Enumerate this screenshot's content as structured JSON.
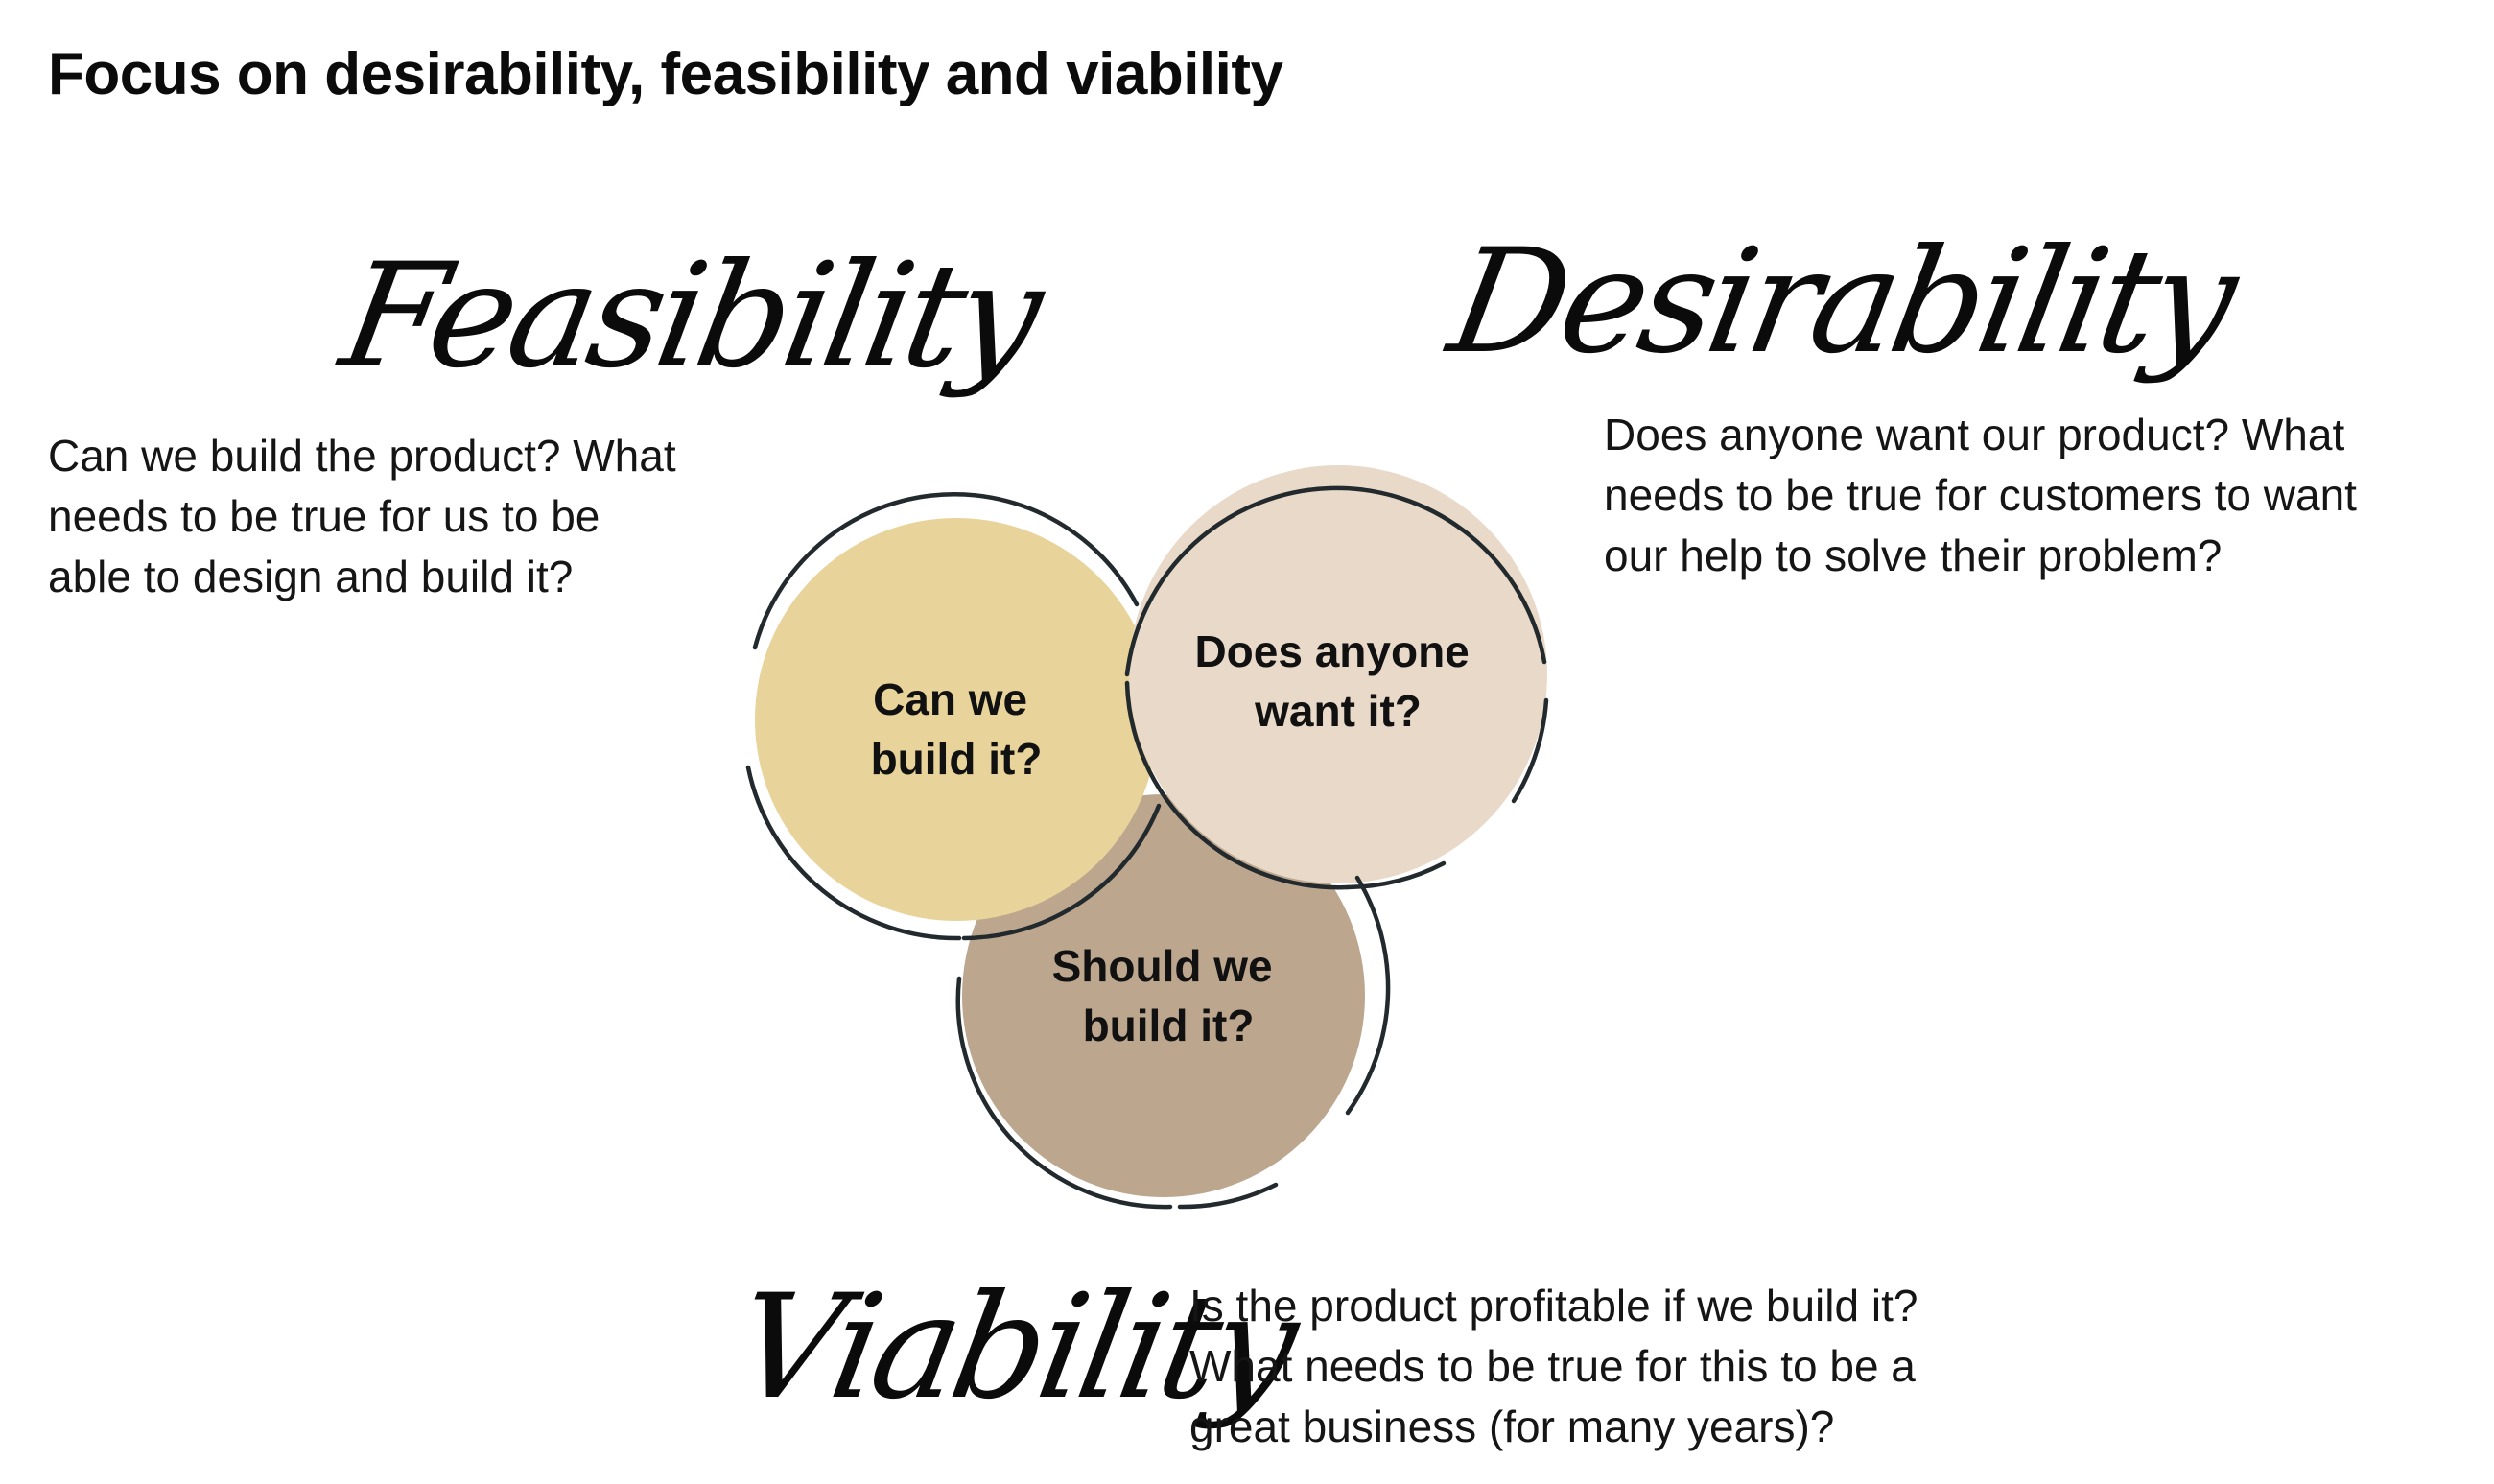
{
  "title": "Focus on desirability, feasibility and viability",
  "sections": {
    "feasibility": {
      "heading": "Feasibility",
      "description_lines": [
        "Can we build the product? What",
        "needs to be true for us to be",
        "able to design and build it?"
      ],
      "circle_label_lines": [
        "Can we",
        "build it?"
      ],
      "color": "#E8D39B"
    },
    "desirability": {
      "heading": "Desirability",
      "description_lines": [
        "Does anyone want our product? What",
        "needs to be true for customers to want",
        "our help to solve their problem?"
      ],
      "circle_label_lines": [
        "Does anyone",
        "want it?"
      ],
      "color": "#E9D9C8"
    },
    "viability": {
      "heading": "Viability",
      "description_lines": [
        "Is the product profitable if we build it?",
        "What needs to be true for this to be a",
        "great business (for many years)?"
      ],
      "circle_label_lines": [
        "Should we",
        "build it?"
      ],
      "color": "#BCA68E"
    }
  },
  "outline_color": "#222A2E"
}
